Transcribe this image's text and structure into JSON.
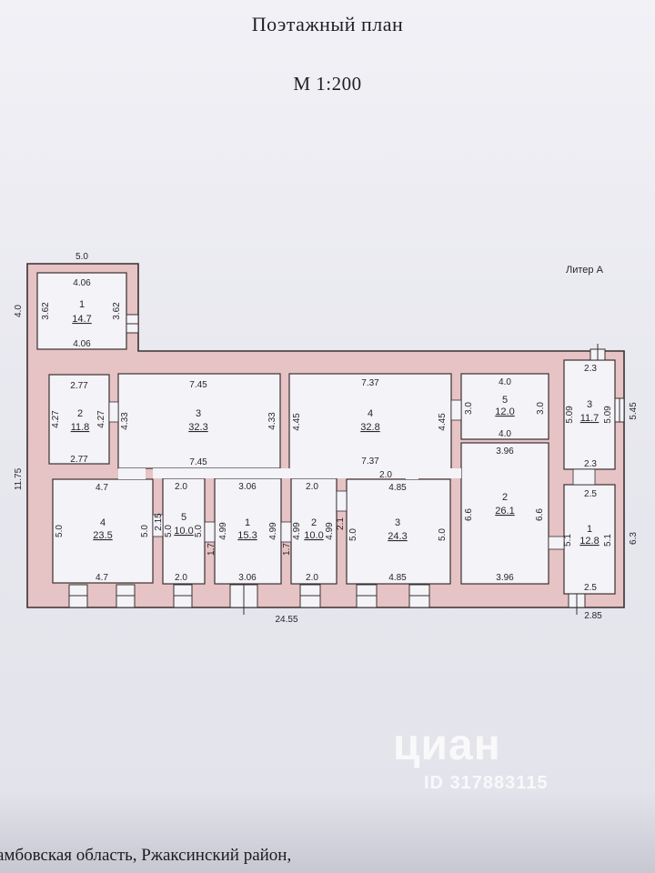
{
  "header": {
    "title": "Поэтажный план",
    "scale": "М 1:200"
  },
  "liter": "Литер А",
  "footer": {
    "address": "амбовская область, Ржаксинский район,"
  },
  "watermark": {
    "logo": "циан",
    "id": "ID 317883115"
  },
  "colors": {
    "wall": "#e6c3c4",
    "wall_stroke": "#3a3030",
    "room": "#f3f3f8"
  },
  "rooms": {
    "annex_1": {
      "num": "1",
      "area": "14.7"
    },
    "r2_left": {
      "num": "2",
      "area": "11.8"
    },
    "r3_top": {
      "num": "3",
      "area": "32.3"
    },
    "r4_top": {
      "num": "4",
      "area": "32.8"
    },
    "r5_top": {
      "num": "5",
      "area": "12.0"
    },
    "r3_right": {
      "num": "3",
      "area": "11.7"
    },
    "r4_bot": {
      "num": "4",
      "area": "23.5"
    },
    "r5_bot": {
      "num": "5",
      "area": "10.0"
    },
    "r1_bot": {
      "num": "1",
      "area": "15.3"
    },
    "r2_bot": {
      "num": "2",
      "area": "10.0"
    },
    "r3_bot": {
      "num": "3",
      "area": "24.3"
    },
    "r2_big": {
      "num": "2",
      "area": "26.1"
    },
    "r1_right": {
      "num": "1",
      "area": "12.8"
    }
  },
  "dims": {
    "annex_outer_w": "5.0",
    "annex_outer_h": "4.0",
    "annex_in_top": "4.06",
    "annex_in_bot": "4.06",
    "annex_in_l": "3.62",
    "annex_in_r": "3.62",
    "total_w": "24.55",
    "total_h": "11.75",
    "r2l_top": "2.77",
    "r2l_bot": "2.77",
    "r2l_l": "4.27",
    "r2l_r": "4.27",
    "r3t_top": "7.45",
    "r3t_bot": "7.45",
    "r3t_l": "4.33",
    "r3t_r": "4.33",
    "r4t_top": "7.37",
    "r4t_bot": "7.37",
    "r4t_l": "4.45",
    "r4t_r": "4.45",
    "r5t_top": "4.0",
    "r5t_bot": "4.0",
    "r5t_l": "3.0",
    "r5t_r": "3.0",
    "r3r_top": "2.3",
    "r3r_bot": "2.3",
    "r3r_l": "5.09",
    "r3r_r": "5.09",
    "right_outer_top": "5.45",
    "r4b_top": "4.7",
    "r4b_bot": "4.7",
    "r4b_l": "5.0",
    "r4b_r": "5.0",
    "r5b_top": "2.0",
    "r5b_bot": "2.0",
    "r5b_l": "5.0",
    "r5b_r": "5.0",
    "r5b_gap": "2.15",
    "r1b_top": "3.06",
    "r1b_bot": "3.06",
    "r1b_l": "4.99",
    "r1b_r": "4.99",
    "r1b_gap": "1.7",
    "r2b_top": "2.0",
    "r2b_bot": "2.0",
    "r2b_l": "4.99",
    "r2b_r": "4.99",
    "r2b_gap_l": "1.7",
    "r2b_gap_r": "2.1",
    "r3b_top": "4.85",
    "r3b_bot": "4.85",
    "r3b_l": "5.0",
    "r3b_r": "5.0",
    "corr_w": "2.0",
    "r2big_top": "3.96",
    "r2big_bot": "3.96",
    "r2big_l": "6.6",
    "r2big_r": "6.6",
    "r1r_top": "2.5",
    "r1r_bot": "2.5",
    "r1r_l": "5.1",
    "r1r_r": "5.1",
    "right_outer_bot": "6.3",
    "right_bottom": "2.85"
  }
}
